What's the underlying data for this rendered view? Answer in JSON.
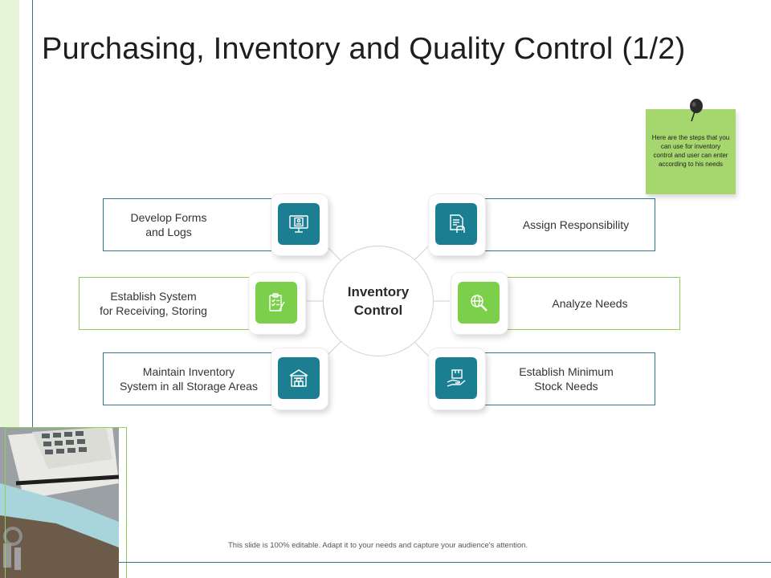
{
  "title": "Purchasing, Inventory and Quality Control (1/2)",
  "hub": {
    "label": "Inventory\nControl"
  },
  "steps": {
    "develop_forms": {
      "label": "Develop Forms\nand Logs",
      "icon": "monitor-form-icon"
    },
    "establish_system": {
      "label": "Establish System\nfor Receiving, Storing",
      "icon": "clipboard-checklist-icon"
    },
    "maintain_inventory": {
      "label": "Maintain Inventory\nSystem in all Storage Areas",
      "icon": "warehouse-icon"
    },
    "assign_responsibility": {
      "label": "Assign Responsibility",
      "icon": "document-hand-icon"
    },
    "analyze_needs": {
      "label": "Analyze Needs",
      "icon": "magnifier-globe-icon"
    },
    "establish_minimum": {
      "label": "Establish Minimum\nStock Needs",
      "icon": "box-hand-icon"
    }
  },
  "note": {
    "text": "Here are the steps that you can use for inventory control and user can enter according to his needs"
  },
  "footer": {
    "text": "This slide is 100% editable. Adapt it to your needs and capture your audience's attention."
  },
  "colors": {
    "teal": "#1c7f91",
    "green": "#7ccf4a",
    "note": "#a6d76e",
    "stripe": "#e6f4d8"
  }
}
